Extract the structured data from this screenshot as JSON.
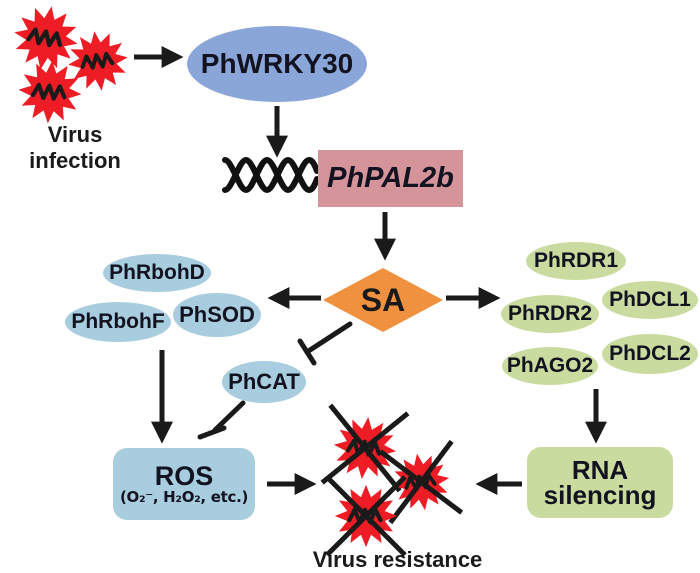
{
  "figure": {
    "title_context": "Model of PhWRKY30-PhPAL2b mediated virus resistance pathway",
    "colors": {
      "virus_red": "#ee1c24",
      "tf_blue": "#8aa5d8",
      "gene_blue": "#a8cdde",
      "gene_green": "#c9db9e",
      "promoter_rose": "#d4949a",
      "sa_orange": "#f0913f",
      "line_black": "#1a1a1a"
    },
    "top": {
      "virus_label": "Virus infection",
      "tf": "PhWRKY30",
      "gene": "PhPAL2b"
    },
    "hub": {
      "label": "SA"
    },
    "left_branch": {
      "genes": [
        "PhRbohD",
        "PhRbohF",
        "PhSOD"
      ],
      "inhibited_gene": "PhCAT",
      "output_title": "ROS",
      "output_formula": "(O₂⁻, H₂O₂, etc.)"
    },
    "right_branch": {
      "genes": [
        "PhRDR1",
        "PhRDR2",
        "PhDCL1",
        "PhDCL2",
        "PhAGO2"
      ],
      "output_line1": "RNA",
      "output_line2": "silencing"
    },
    "bottom": {
      "resistance_label": "Virus resistance"
    },
    "edges": [
      {
        "from": "Virus infection",
        "to": "PhWRKY30",
        "type": "activation"
      },
      {
        "from": "PhWRKY30",
        "to": "PhPAL2b promoter",
        "type": "activation"
      },
      {
        "from": "PhPAL2b",
        "to": "SA",
        "type": "activation"
      },
      {
        "from": "SA",
        "to": "PhRbohD/PhRbohF/PhSOD",
        "type": "activation"
      },
      {
        "from": "SA",
        "to": "PhCAT",
        "type": "inhibition"
      },
      {
        "from": "SA",
        "to": "PhRDR1/PhRDR2/PhDCL1/PhDCL2/PhAGO2",
        "type": "activation"
      },
      {
        "from": "PhRbohD/PhRbohF/PhSOD",
        "to": "ROS",
        "type": "activation"
      },
      {
        "from": "PhCAT",
        "to": "ROS",
        "type": "inhibition"
      },
      {
        "from": "PhRDR/PhDCL/PhAGO genes",
        "to": "RNA silencing",
        "type": "activation"
      },
      {
        "from": "ROS",
        "to": "Virus resistance",
        "type": "activation"
      },
      {
        "from": "RNA silencing",
        "to": "Virus resistance",
        "type": "activation"
      }
    ]
  }
}
